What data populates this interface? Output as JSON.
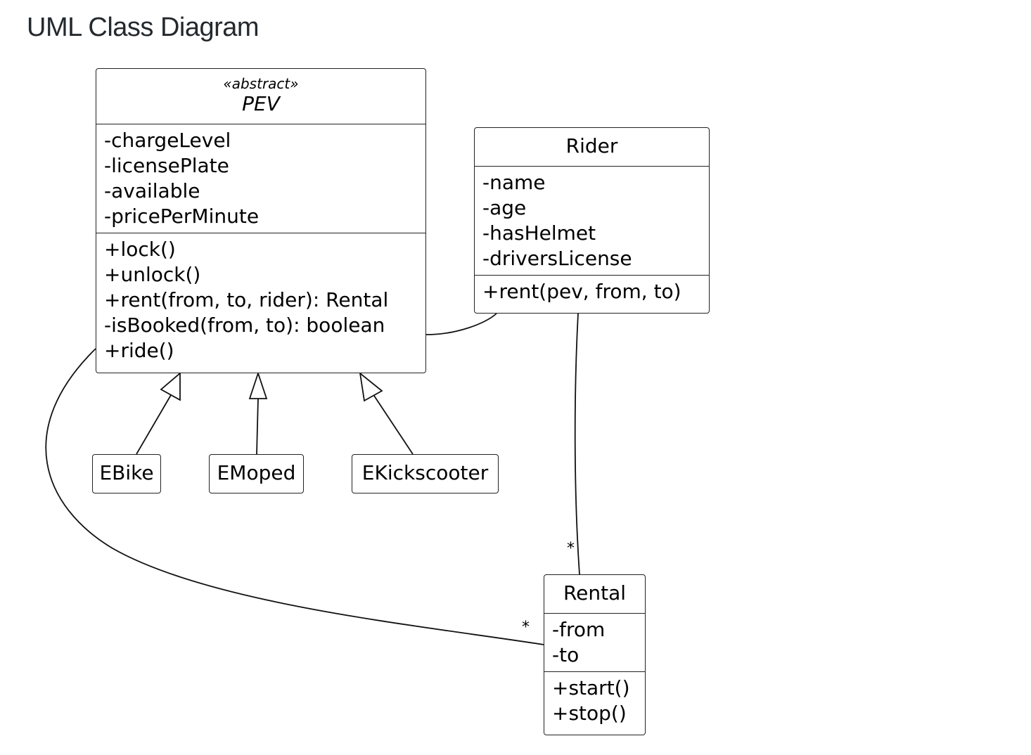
{
  "title": "UML Class Diagram",
  "classes": {
    "pev": {
      "stereotype": "«abstract»",
      "name": "PEV",
      "attributes": [
        "-chargeLevel",
        "-licensePlate",
        "-available",
        "-pricePerMinute"
      ],
      "methods": [
        "+lock()",
        "+unlock()",
        "+rent(from, to, rider): Rental",
        "-isBooked(from, to): boolean",
        "+ride()"
      ]
    },
    "rider": {
      "name": "Rider",
      "attributes": [
        "-name",
        "-age",
        "-hasHelmet",
        "-driversLicense"
      ],
      "methods": [
        "+rent(pev, from, to)"
      ]
    },
    "rental": {
      "name": "Rental",
      "attributes": [
        "-from",
        "-to"
      ],
      "methods": [
        "+start()",
        "+stop()"
      ]
    },
    "ebike": {
      "name": "EBike"
    },
    "emoped": {
      "name": "EMoped"
    },
    "ekickscooter": {
      "name": "EKickscooter"
    }
  },
  "relationships": [
    {
      "type": "generalization",
      "from": "EBike",
      "to": "PEV"
    },
    {
      "type": "generalization",
      "from": "EMoped",
      "to": "PEV"
    },
    {
      "type": "generalization",
      "from": "EKickscooter",
      "to": "PEV"
    },
    {
      "type": "association",
      "from": "PEV",
      "to": "Rider"
    },
    {
      "type": "association",
      "from": "Rider",
      "to": "Rental",
      "multiplicity_to": "*"
    },
    {
      "type": "association",
      "from": "PEV",
      "to": "Rental",
      "multiplicity_to": "*"
    }
  ],
  "multiplicities": {
    "rider_rental": "*",
    "pev_rental": "*"
  }
}
